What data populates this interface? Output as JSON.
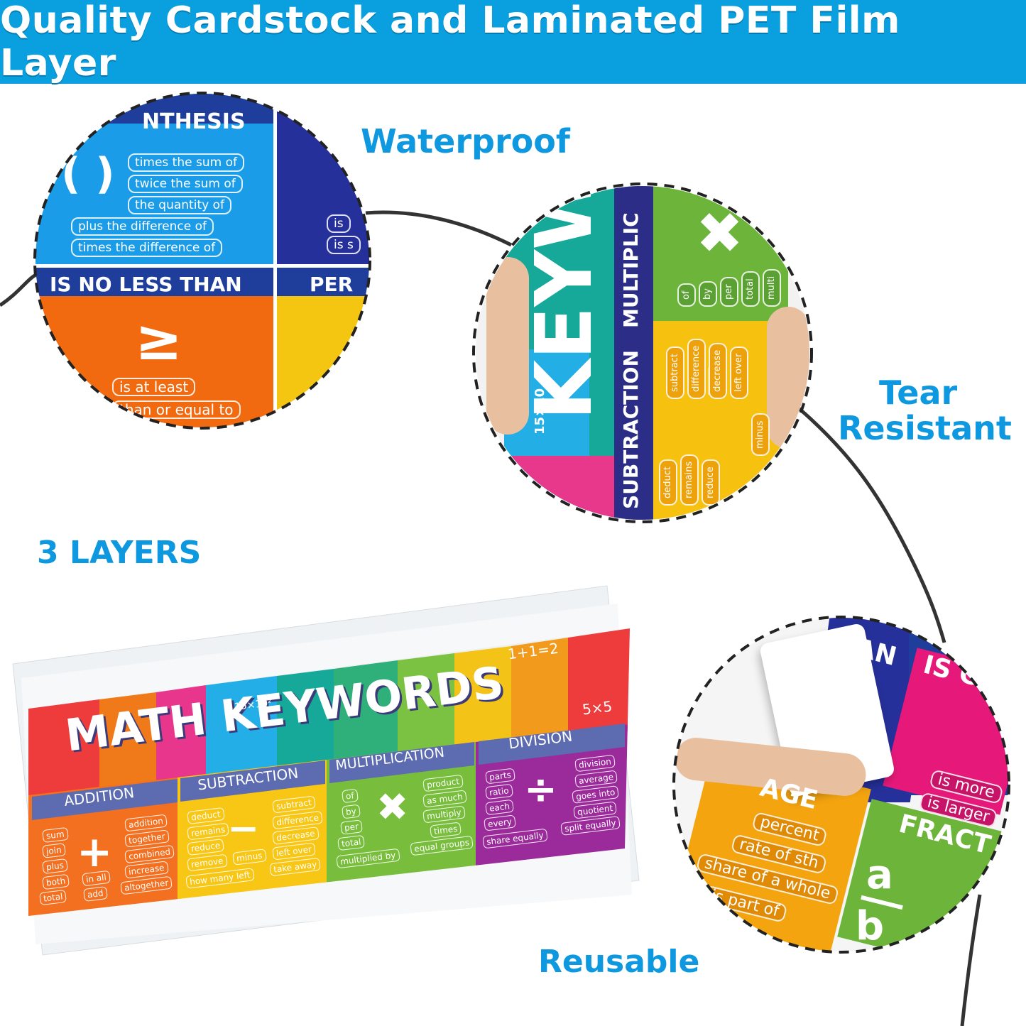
{
  "banner": {
    "title": "Quality Cardstock and Laminated PET Film Layer"
  },
  "features": {
    "waterproof": "Waterproof",
    "tear_resistant_line1": "Tear",
    "tear_resistant_line2": "Resistant",
    "layers": "3 LAYERS",
    "reusable": "Reusable"
  },
  "colors": {
    "banner": "#0aa0e0",
    "feature_text": "#0e98e0"
  },
  "circle1": {
    "title_top": "NTHESIS",
    "paren": "( )",
    "phrases": [
      "times the sum of",
      "twice the sum of",
      "the quantity of",
      "plus the difference of",
      "times the difference of"
    ],
    "title_mid": "IS NO LESS THAN",
    "title_right": "PER",
    "chip_right_1": "is",
    "chip_right_2": "is s",
    "symbol": "≥",
    "phrase_bottom_1": "is at least",
    "phrase_bottom_2": "than or equal to"
  },
  "circle2": {
    "word": "KEYW",
    "multiplication": "MULTIPLIC",
    "subtraction": "SUBTRACTION",
    "mult_words": [
      "of",
      "by",
      "per",
      "total",
      "multi"
    ],
    "sub_words": [
      "subtract",
      "difference",
      "decrease",
      "left over",
      "minus"
    ],
    "sub_words_2": [
      "deduct",
      "remains",
      "reduce"
    ],
    "doodle": "15×10"
  },
  "circle3": {
    "title_han": "HAN",
    "title_is": "IS G",
    "title_age": "AGE",
    "title_fract": "FRACT",
    "phrases_left": [
      "percent",
      "rate of sth",
      "share of a whole",
      "is part of"
    ],
    "phrases_right": [
      "is more",
      "is larger"
    ],
    "fraction_num": "a",
    "fraction_den": "b"
  },
  "poster": {
    "title": "MATH KEYWORDS",
    "doodles": [
      "15×10²",
      "1+1=2",
      "5×5"
    ],
    "sections": [
      {
        "name": "ADDITION",
        "symbol": "+",
        "left": [
          "sum",
          "join",
          "plus",
          "both",
          "total"
        ],
        "right": [
          "addition",
          "together",
          "combined",
          "increase",
          "altogether"
        ],
        "extra": [
          "in all",
          "add"
        ]
      },
      {
        "name": "SUBTRACTION",
        "symbol": "−",
        "left": [
          "deduct",
          "remains",
          "reduce",
          "remove",
          "how many left"
        ],
        "right": [
          "subtract",
          "difference",
          "decrease",
          "left over",
          "take away"
        ],
        "extra": [
          "minus"
        ]
      },
      {
        "name": "MULTIPLICATION",
        "symbol": "✖",
        "left": [
          "of",
          "by",
          "per",
          "total",
          "multiplied by"
        ],
        "right": [
          "product",
          "as much",
          "multiply",
          "times",
          "equal groups"
        ],
        "extra": []
      },
      {
        "name": "DIVISION",
        "symbol": "÷",
        "left": [
          "parts",
          "ratio",
          "each",
          "every",
          "share equally"
        ],
        "right": [
          "division",
          "average",
          "goes into",
          "quotient",
          "split equally"
        ],
        "extra": []
      }
    ]
  }
}
